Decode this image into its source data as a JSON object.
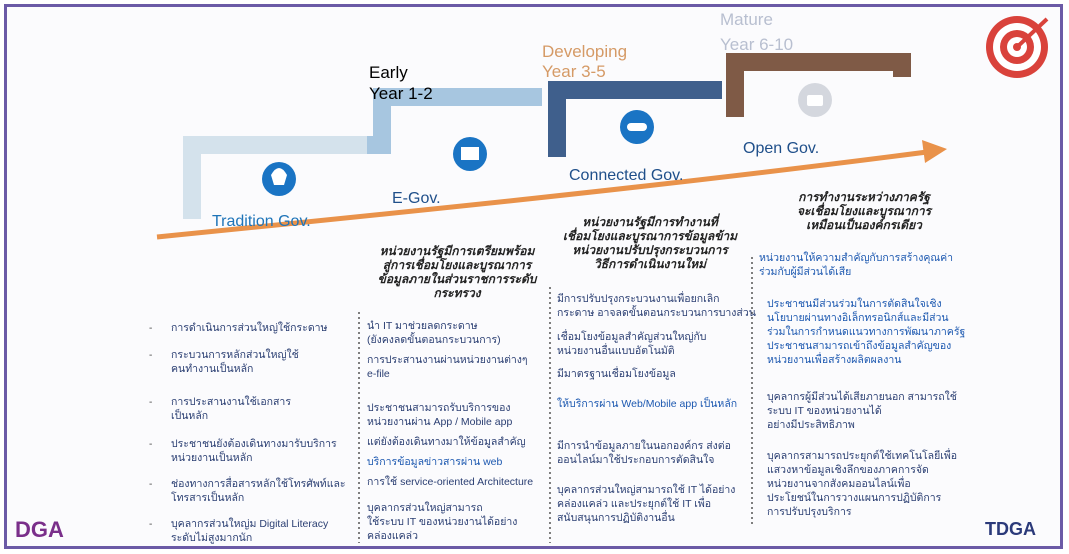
{
  "stages": [
    {
      "label": "Tradition Gov.",
      "color": "#1e74b8"
    },
    {
      "label": "E-Gov.",
      "color": "#1f4f8a"
    },
    {
      "label": "Connected Gov.",
      "color": "#1f4f8a"
    },
    {
      "label": "Open Gov.",
      "color": "#1f4f8a"
    }
  ],
  "levels": [
    {
      "name": "Early",
      "years": "Year 1-2",
      "color": "#2a2a2a"
    },
    {
      "name": "Developing",
      "years": "Year 3-5",
      "color": "#d59a66"
    },
    {
      "name": "Mature",
      "years": "Year 6-10",
      "color": "#c2c7d6"
    }
  ],
  "columns": [
    {
      "heading": "",
      "items": [
        "การดำเนินการส่วนใหญ่ใช้กระดาษ",
        "กระบวนการหลักส่วนใหญ่ใช้\nคนทำงานเป็นหลัก",
        "การประสานงานใช้เอกสาร\nเป็นหลัก",
        "ประชาชนยังต้องเดินทางมารับบริการ\nหน่วยงานเป็นหลัก",
        "ช่องทางการสื่อสารหลักใช้โทรศัพท์และ\nโทรสารเป็นหลัก",
        "บุคลากรส่วนใหญ่ม Digital Literacy\nระดับไม่สูงมากนัก"
      ]
    },
    {
      "heading": "หน่วยงานรัฐมีการเตรียมพร้อม\nสู่การเชื่อมโยงและบูรณาการ\nข้อมูลภายในส่วนราชการระดับ\nกระทรวง",
      "items": [
        "นำ IT มาช่วยลดกระดาษ\n(ยังคงลดขั้นตอนกระบวนการ)",
        "การประสานงานผ่านหน่วยงานต่างๆ\ne-file",
        "ประชาชนสามารถรับบริการของ\nหน่วยงานผ่าน App / Mobile app",
        "แต่ยังต้องเดินทางมาให้ข้อมูลสำคัญ",
        "บริการข้อมูลข่าวสารผ่าน web",
        "การใช้ service-oriented Architecture",
        "บุคลากรส่วนใหญ่สามารถ\nใช้ระบบ IT ของหน่วยงานได้อย่าง\nคล่องแคล่ว"
      ]
    },
    {
      "heading": "หน่วยงานรัฐมีการทำงานที่\nเชื่อมโยงและบูรณาการข้อมูลข้าม\nหน่วยงานปรับปรุงกระบวนการ\nวิธีการดำเนินงานใหม่",
      "items": [
        "มีการปรับปรุงกระบวนงานเพื่อยกเลิก\nกระดาษ อาจลดขั้นตอนกระบวนการบางส่วน",
        "เชื่อมโยงข้อมูลสำคัญส่วนใหญ่กับ\nหน่วยงานอื่นแบบอัตโนมัติ",
        "มีมาตรฐานเชื่อมโยงข้อมูล",
        "ให้บริการผ่าน Web/Mobile app เป็นหลัก",
        "มีการนำข้อมูลภายในนอกองค์กร ส่งต่อ\nออนไลน์มาใช้ประกอบการตัดสินใจ",
        "บุคลากรส่วนใหญ่สามารถใช้ IT ได้อย่าง\nคล่องแคล่ว และประยุกต์ใช้ IT เพื่อ\nสนับสนุนการปฏิบัติงานอื่น"
      ]
    },
    {
      "heading": "การทำงานระหว่างภาครัฐ\nจะเชื่อมโยงและบูรณาการ\nเหมือนเป็นองค์กรเดียว",
      "items": [
        "หน่วยงานให้ความสำคัญกับการสร้างคุณค่า\nร่วมกับผู้มีส่วนได้เสีย",
        "ประชาชนมีส่วนร่วมในการตัดสินใจเชิง\nนโยบายผ่านทางอิเล็กทรอนิกส์และมีส่วน\nร่วมในการกำหนดแนวทางการพัฒนาภาครัฐ\nประชาชนสามารถเข้าถึงข้อมูลสำคัญของ\nหน่วยงานเพื่อสร้างผลิตผลงาน",
        "บุคลากรผู้มีส่วนได้เสียภายนอก สามารถใช้\nระบบ IT ของหน่วยงานได้\nอย่างมีประสิทธิภาพ",
        "บุคลากรสามารถประยุกต์ใช้เทคโนโลยีเพื่อ\nแสวงหาข้อมูลเชิงลึกของภาคการจัด\nหน่วยงานจากสังคมออนไลน์เพื่อ\nประโยชน์ในการวางแผนการปฏิบัติการ\nการปรับปรุงบริการ"
      ]
    }
  ],
  "logos": {
    "left": "DGA",
    "right": "TDGA"
  },
  "colors": {
    "frame": "#6b5aa6",
    "arrow": "#e9924a",
    "step1": "#ccdce8",
    "step2": "#a7c6e0",
    "step3": "#3f5f8c",
    "step4": "#7f5a46",
    "target": "#d9423b"
  }
}
